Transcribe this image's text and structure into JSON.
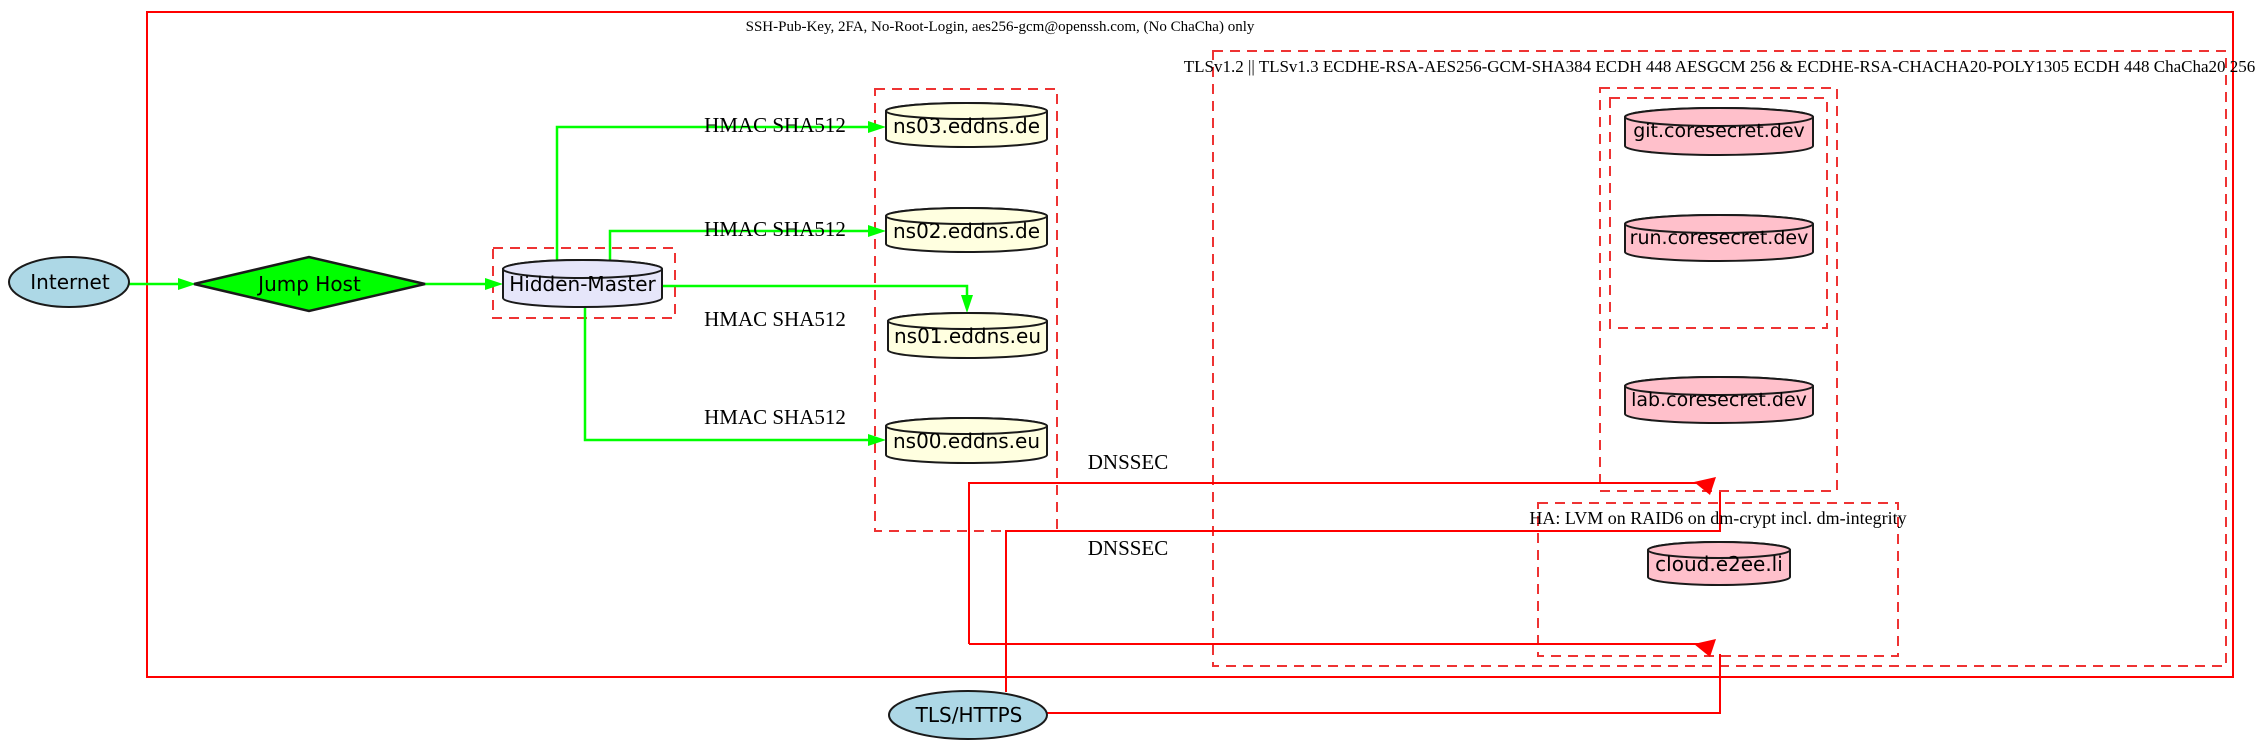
{
  "diagram": {
    "clusters": {
      "ssh_boundary_label": "SSH-Pub-Key, 2FA, No-Root-Login, aes256-gcm@openssh.com, (No ChaCha) only",
      "tls_boundary_label": "TLSv1.2 || TLSv1.3 ECDHE-RSA-AES256-GCM-SHA384 ECDH 448 AESGCM 256 & ECDHE-RSA-CHACHA20-POLY1305 ECDH 448 ChaCha20 256",
      "ha_boundary_label": "HA: LVM on RAID6 on dm-crypt incl. dm-integrity"
    },
    "nodes": {
      "internet": "Internet",
      "jump_host": "Jump Host",
      "hidden_master": "Hidden-Master",
      "ns03": "ns03.eddns.de",
      "ns02": "ns02.eddns.de",
      "ns01": "ns01.eddns.eu",
      "ns00": "ns00.eddns.eu",
      "git": "git.coresecret.dev",
      "run": "run.coresecret.dev",
      "lab": "lab.coresecret.dev",
      "cloud": "cloud.e2ee.li",
      "tls_https": "TLS/HTTPS"
    },
    "edge_labels": {
      "hmac": "HMAC SHA512",
      "dnssec": "DNSSEC"
    },
    "colors": {
      "internet_fill": "#add8e6",
      "jump_fill": "#00ff00",
      "master_fill": "#e6e6fa",
      "dns_fill": "#ffffe0",
      "service_fill": "#ffc0cb",
      "green_edge": "#00ff00",
      "red_edge": "#ff0000",
      "cluster_border": "#ee3333",
      "node_border": "#1a1a1a"
    }
  }
}
